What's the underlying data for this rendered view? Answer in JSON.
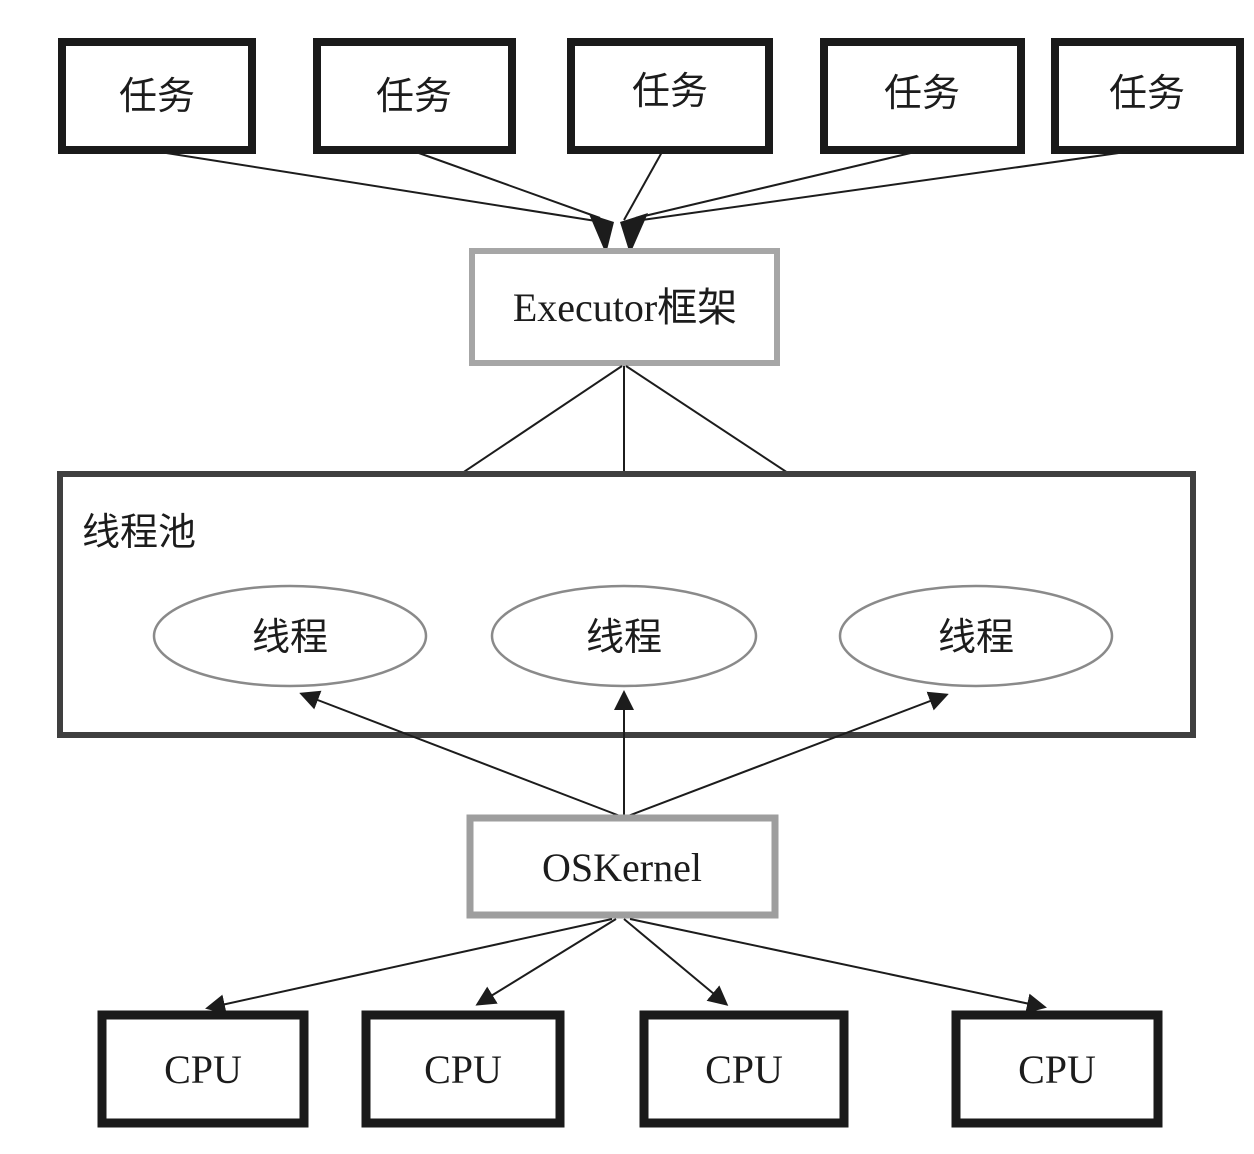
{
  "diagram": {
    "nodes": {
      "tasks": [
        "任务",
        "任务",
        "任务",
        "任务",
        "任务"
      ],
      "executor_label": "Executor框架",
      "thread_pool_label": "线程池",
      "threads": [
        "线程",
        "线程",
        "线程"
      ],
      "os_kernel_label": "OSKernel",
      "cpus": [
        "CPU",
        "CPU",
        "CPU",
        "CPU"
      ]
    },
    "colors": {
      "background": "#ffffff",
      "task_border": "#1a1a1a",
      "cpu_border": "#1a1a1a",
      "executor_border": "#a6a6a6",
      "oskernel_border": "#9e9e9e",
      "pool_border": "#3f3f3f",
      "ellipse_stroke": "#8a8a8a",
      "arrow": "#1c1c1c"
    }
  }
}
